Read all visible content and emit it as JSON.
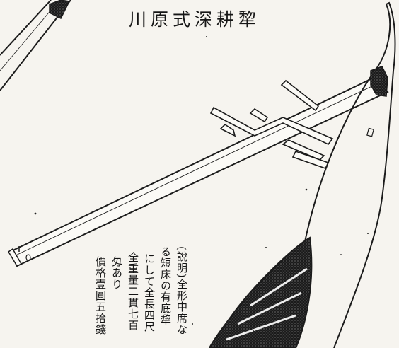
{
  "title": "川原式深耕犂",
  "description": {
    "lines": [
      "(說明)全形中席な",
      "る短床の有底犂",
      "にして全長四尺",
      "全重量二貫七百",
      "匁あり",
      "價格壹圓五拾錢"
    ]
  },
  "colors": {
    "ink": "#151515",
    "paper": "#f6f4ef"
  }
}
